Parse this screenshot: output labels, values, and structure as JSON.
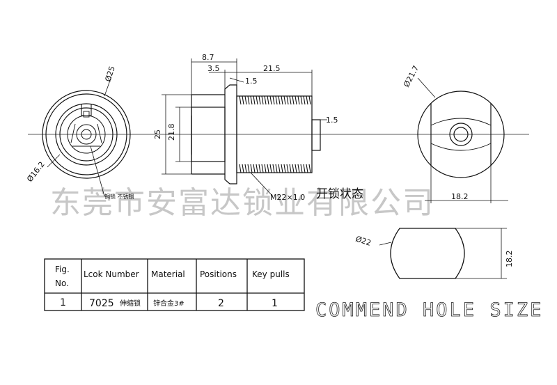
{
  "watermark": "东莞市安富达锁业有限公司",
  "front_view": {
    "outer_dia": "Ø25",
    "inner_dia": "Ø16.2",
    "core_note": "铜锁 不锈钢"
  },
  "side_view": {
    "dims": {
      "d_8_7": "8.7",
      "d_3_5": "3.5",
      "d_1_5_top": "1.5",
      "d_21_5": "21.5",
      "d_1_5_right": "1.5",
      "d_25": "25",
      "d_21_8": "21.8"
    },
    "thread": "M22×1.0",
    "state_label": "开锁状态"
  },
  "back_view": {
    "dia": "Ø21.7",
    "width": "18.2"
  },
  "hole_view": {
    "dia": "Ø22",
    "flat": "18.2",
    "caption": "COMMEND HOLE SIZE"
  },
  "spec_table": {
    "headers": [
      "Fig. No.",
      "Lcok Number",
      "Material",
      "Positions",
      "Key pulls"
    ],
    "row": {
      "fig": "1",
      "lock_number": "7025",
      "lock_type": "伸缩锁",
      "material": "锌合金3#",
      "positions": "2",
      "key_pulls": "1"
    }
  }
}
